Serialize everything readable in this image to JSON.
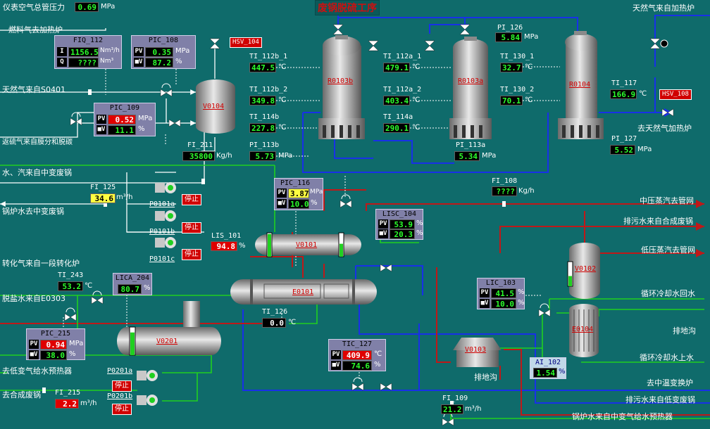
{
  "title": "废锅脱硫工序",
  "header": {
    "air_label": "仪表空气总管压力",
    "air_value": "0.69",
    "air_unit": "MPa"
  },
  "streams": {
    "fuel_gas": "燃料气去加热炉",
    "natural_gas_from": "天然气来自S0401",
    "desulf_gas": "返硫气来自膜分和脱碳",
    "water_steam": "水、汽来自中变废锅",
    "boiler_water_to": "锅炉水去中变废锅",
    "conv_gas": "转化气来自一段转化炉",
    "desalt_water": "脱盐水来自E0303",
    "to_low_shift": "去低变气给水预热器",
    "to_synthesis": "去合成废锅",
    "ng_to_heater_top": "天然气来自加热炉",
    "ng_to_heater": "去天然气加热炉",
    "mp_steam": "中压蒸汽去管网",
    "blowdown_in": "排污水来自合成废锅",
    "lp_steam": "低压蒸汽去管网",
    "cw_return": "循环冷却水回水",
    "drain1": "排地沟",
    "cw_supply": "循环冷却水上水",
    "drain2": "排地沟",
    "to_mid_shift": "去中温变换炉",
    "blowdown_low": "排污水来自低变废锅",
    "boiler_water_from": "锅炉水来自中变气给水预热器"
  },
  "equipment": {
    "v0104": "V0104",
    "r0103b": "R0103b",
    "r0103a": "R0103a",
    "r0104": "R0104",
    "v0101": "V0101",
    "e0101": "E0101",
    "v0102": "V0102",
    "e0104": "E0104",
    "v0103": "V0103",
    "v0201": "V0201",
    "p0101a": "P0101a",
    "p0101b": "P0101b",
    "p0101c": "P0101c",
    "p0201a": "P0201a",
    "p0201b": "P0201b"
  },
  "pumps_status": {
    "p0101a": "停止",
    "p0101b": "停止",
    "p0101c": "停止",
    "p0201a": "停止",
    "p0201b": "停止"
  },
  "hsv": {
    "hsv_104": "HSV_104",
    "hsv_108": "HSV_108"
  },
  "panels": {
    "fiq_112": {
      "title": "FIQ_112",
      "k1": "I",
      "v1": "1156.5",
      "u1": "Nm³/h",
      "k2": "Q",
      "v2": "????",
      "u2": "Nm³"
    },
    "pic_108": {
      "title": "PIC_108",
      "k1": "PV",
      "v1": "0.35",
      "u1": "MPa",
      "k2": "■V",
      "v2": "87.2",
      "u2": "%"
    },
    "pic_109": {
      "title": "PIC_109",
      "k1": "PV",
      "v1": "0.52",
      "u1": "MPa",
      "k2": "■V",
      "v2": "11.1",
      "u2": "%"
    },
    "pic_116": {
      "title": "PIC_116",
      "k1": "PV",
      "v1": "3.87",
      "u1": "MPa",
      "k2": "■V",
      "v2": "10.0",
      "u2": "%"
    },
    "lisc_104": {
      "title": "LISC_104",
      "k1": "PV",
      "v1": "53.9",
      "u1": "%",
      "k2": "■V",
      "v2": "20.3",
      "u2": "%"
    },
    "lic_103": {
      "title": "LIC_103",
      "k1": "PV",
      "v1": "41.5",
      "u1": "%",
      "k2": "■V",
      "v2": "10.0",
      "u2": "%"
    },
    "tic_127": {
      "title": "TIC_127",
      "k1": "PV",
      "v1": "409.9",
      "u1": "℃",
      "k2": "■V",
      "v2": "74.6",
      "u2": "%"
    },
    "pic_215": {
      "title": "PIC_215",
      "k1": "PV",
      "v1": "0.94",
      "u1": "MPa",
      "k2": "■V",
      "v2": "38.0",
      "u2": "%"
    },
    "lica_204": {
      "title": "LICA_204",
      "v1": "80.7",
      "u1": "%"
    },
    "ai_102": {
      "title": "AI_102",
      "v1": "1.54",
      "u1": "%"
    }
  },
  "instruments": {
    "ti_112b_1": {
      "tag": "TI_112b_1",
      "value": "447.5",
      "unit": "℃"
    },
    "ti_112b_2": {
      "tag": "TI_112b_2",
      "value": "349.8",
      "unit": "℃"
    },
    "ti_114b": {
      "tag": "TI_114b",
      "value": "227.8",
      "unit": "℃"
    },
    "pi_113b": {
      "tag": "PI_113b",
      "value": "5.73",
      "unit": "MPa"
    },
    "ti_112a_1": {
      "tag": "TI_112a_1",
      "value": "479.1",
      "unit": "℃"
    },
    "ti_112a_2": {
      "tag": "TI_112a_2",
      "value": "403.4",
      "unit": "℃"
    },
    "ti_114a": {
      "tag": "TI_114a",
      "value": "290.1",
      "unit": "℃"
    },
    "pi_113a": {
      "tag": "PI_113a",
      "value": "5.34",
      "unit": "MPa"
    },
    "pi_126": {
      "tag": "PI_126",
      "value": "5.84",
      "unit": "MPa"
    },
    "ti_130_1": {
      "tag": "TI_130_1",
      "value": "32.7",
      "unit": "℃"
    },
    "ti_130_2": {
      "tag": "TI_130_2",
      "value": "70.1",
      "unit": "℃"
    },
    "ti_117": {
      "tag": "TI_117",
      "value": "166.9",
      "unit": "℃"
    },
    "pi_127": {
      "tag": "PI_127",
      "value": "5.52",
      "unit": "MPa"
    },
    "fi_211": {
      "tag": "FI_211",
      "value": "35800",
      "unit": "Kg/h"
    },
    "fi_125": {
      "tag": "FI_125",
      "value": "34.6",
      "unit": "m³/h"
    },
    "lis_101": {
      "tag": "LIS_101",
      "value": "94.8",
      "unit": "%"
    },
    "fi_108": {
      "tag": "FI_108",
      "value": "????",
      "unit": "Kg/h"
    },
    "ti_243": {
      "tag": "TI_243",
      "value": "53.2",
      "unit": "℃"
    },
    "ti_126": {
      "tag": "TI_126",
      "value": "0.0",
      "unit": "℃"
    },
    "fi_215": {
      "tag": "FI_215",
      "value": "2.2",
      "unit": "m³/h"
    },
    "fi_109": {
      "tag": "FI_109",
      "value": "21.2",
      "unit": "m³/h"
    }
  },
  "levels": {
    "v0101_left_fraction": 0.95,
    "v0101_right_fraction": 0.54,
    "v0102_fraction": 0.415,
    "v0201_fraction": 0.807
  },
  "colors": {
    "background": "#0f6b6b",
    "pipe_blue": "#1830e8",
    "pipe_red": "#c01818",
    "pipe_green": "#20d020",
    "pipe_white": "#ffffff",
    "vessel_gray": "#a8a8a8",
    "title_red": "#cc1010"
  }
}
